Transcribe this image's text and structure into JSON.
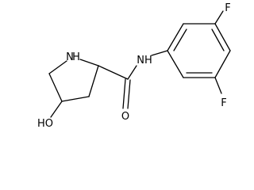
{
  "diagram": {
    "type": "chemical-structure",
    "atom_labels": {
      "ring_nh": "N",
      "ring_nh_h": "H",
      "amide_nh": "NH",
      "carbonyl_o": "O",
      "hydroxyl": "HO",
      "fluorine_top": "F",
      "fluorine_bottom": "F"
    },
    "colors": {
      "bond": "#000000",
      "label": "#000000",
      "background": "#ffffff"
    }
  }
}
